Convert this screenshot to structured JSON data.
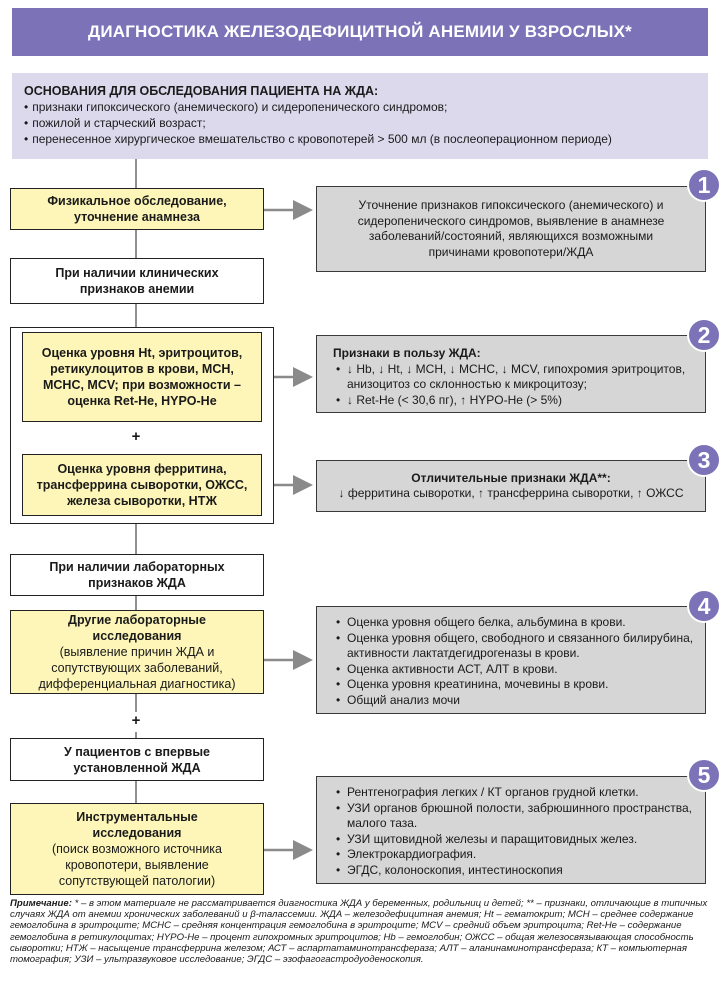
{
  "title": "ДИАГНОСТИКА ЖЕЛЕЗОДЕФИЦИТНОЙ АНЕМИИ У ВЗРОСЛЫХ*",
  "grounds": {
    "heading": "ОСНОВАНИЯ ДЛЯ ОБСЛЕДОВАНИЯ ПАЦИЕНТА НА ЖДА:",
    "items": [
      "признаки гипоксического (анемического) и сидеропенического синдромов;",
      "пожилой и старческий возраст;",
      "перенесенное хирургическое вмешательство с кровопотерей > 500 мл (в послеоперационном периоде)"
    ]
  },
  "steps": {
    "physical": "Физикальное обследование, уточнение анамнеза",
    "clinical": "При наличии клинических признаков анемии",
    "ht": "Оценка уровня Ht, эритроцитов, ретикулоцитов в крови, MCH, MCHC, MCV; при возможности – оценка Ret-He, HYPO-He",
    "ferritin": "Оценка уровня ферритина, трансферрина сыворотки, ОЖСС, железа сыворотки, НТЖ",
    "lab_signs": "При наличии лабораторных признаков ЖДА",
    "other_lab_bold": "Другие лабораторные исследования",
    "other_lab_rest": "(выявление причин ЖДА и сопутствующих заболеваний, дифференциальная диагностика)",
    "first_time": "У пациентов с впервые установленной ЖДА",
    "instrumental_bold": "Инструментальные исследования",
    "instrumental_rest": "(поиск возможного источника кровопотери, выявление сопутствующей патологии)",
    "plus": "+"
  },
  "panels": {
    "p1": {
      "badge": "1",
      "text": "Уточнение признаков гипоксического (анемического) и сидеропенического синдромов, выявление в анамнезе заболеваний/состояний, являющихся возможными причинами кровопотери/ЖДА"
    },
    "p2": {
      "badge": "2",
      "heading": "Признаки в пользу ЖДА:",
      "items": [
        "↓ Hb, ↓ Ht, ↓ MCH, ↓ MCHC, ↓ MCV, гипохромия эритроцитов, анизоцитоз со склонностью к микроцитозу;",
        "↓ Ret-He (< 30,6 пг), ↑ HYPO-He (> 5%)"
      ]
    },
    "p3": {
      "badge": "3",
      "heading": "Отличительные признаки ЖДА**:",
      "text": "↓ ферритина сыворотки, ↑ трансферрина сыворотки, ↑ ОЖСС"
    },
    "p4": {
      "badge": "4",
      "items": [
        "Оценка уровня общего белка, альбумина в крови.",
        "Оценка уровня общего, свободного и связанного билирубина, активности лактатдегидрогеназы в крови.",
        "Оценка активности АСТ, АЛТ в крови.",
        "Оценка уровня креатинина, мочевины в крови.",
        "Общий анализ мочи"
      ]
    },
    "p5": {
      "badge": "5",
      "items": [
        "Рентгенография легких / КТ органов грудной клетки.",
        "УЗИ органов брюшной полости, забрюшинного пространства, малого таза.",
        "УЗИ щитовидной железы и паращитовидных желез.",
        "Электрокардиография.",
        "ЭГДС, колоноскопия, интестиноскопия"
      ]
    }
  },
  "note": {
    "label": "Примечание:",
    "text": " * – в этом материале не рассматривается диагностика ЖДА у беременных, родильниц и детей; ** – признаки, отличающие в типичных случаях ЖДА от анемии хронических заболеваний и β-талассемии. ЖДА – железодефицитная анемия; Ht – гематокрит; MCH – среднее содержание гемоглобина в эритроците; MCHC – средняя концентрация гемоглобина в эритроците; MCV – средний объем эритроцита; Ret-He – содержание гемоглобина в ретикулоцитах; HYPO-He – процент гипохромных эритроцитов; Hb – гемоглобин; ОЖСС – общая железосвязывающая способность сыворотки; НТЖ – насыщение трансферрина железом; АСТ – аспартатаминотрансфераза; АЛТ – аланинаминотрансфераза; КТ – компьютерная томография; УЗИ – ультразвуковое исследование; ЭГДС – эзофагогастродуоденоскопия."
  },
  "colors": {
    "accent": "#7b72b8",
    "header_bg": "#dcd9ec",
    "step_yellow": "#fdf6b8",
    "panel_grey": "#d6d6d6",
    "arrow": "#8a8a8a"
  }
}
